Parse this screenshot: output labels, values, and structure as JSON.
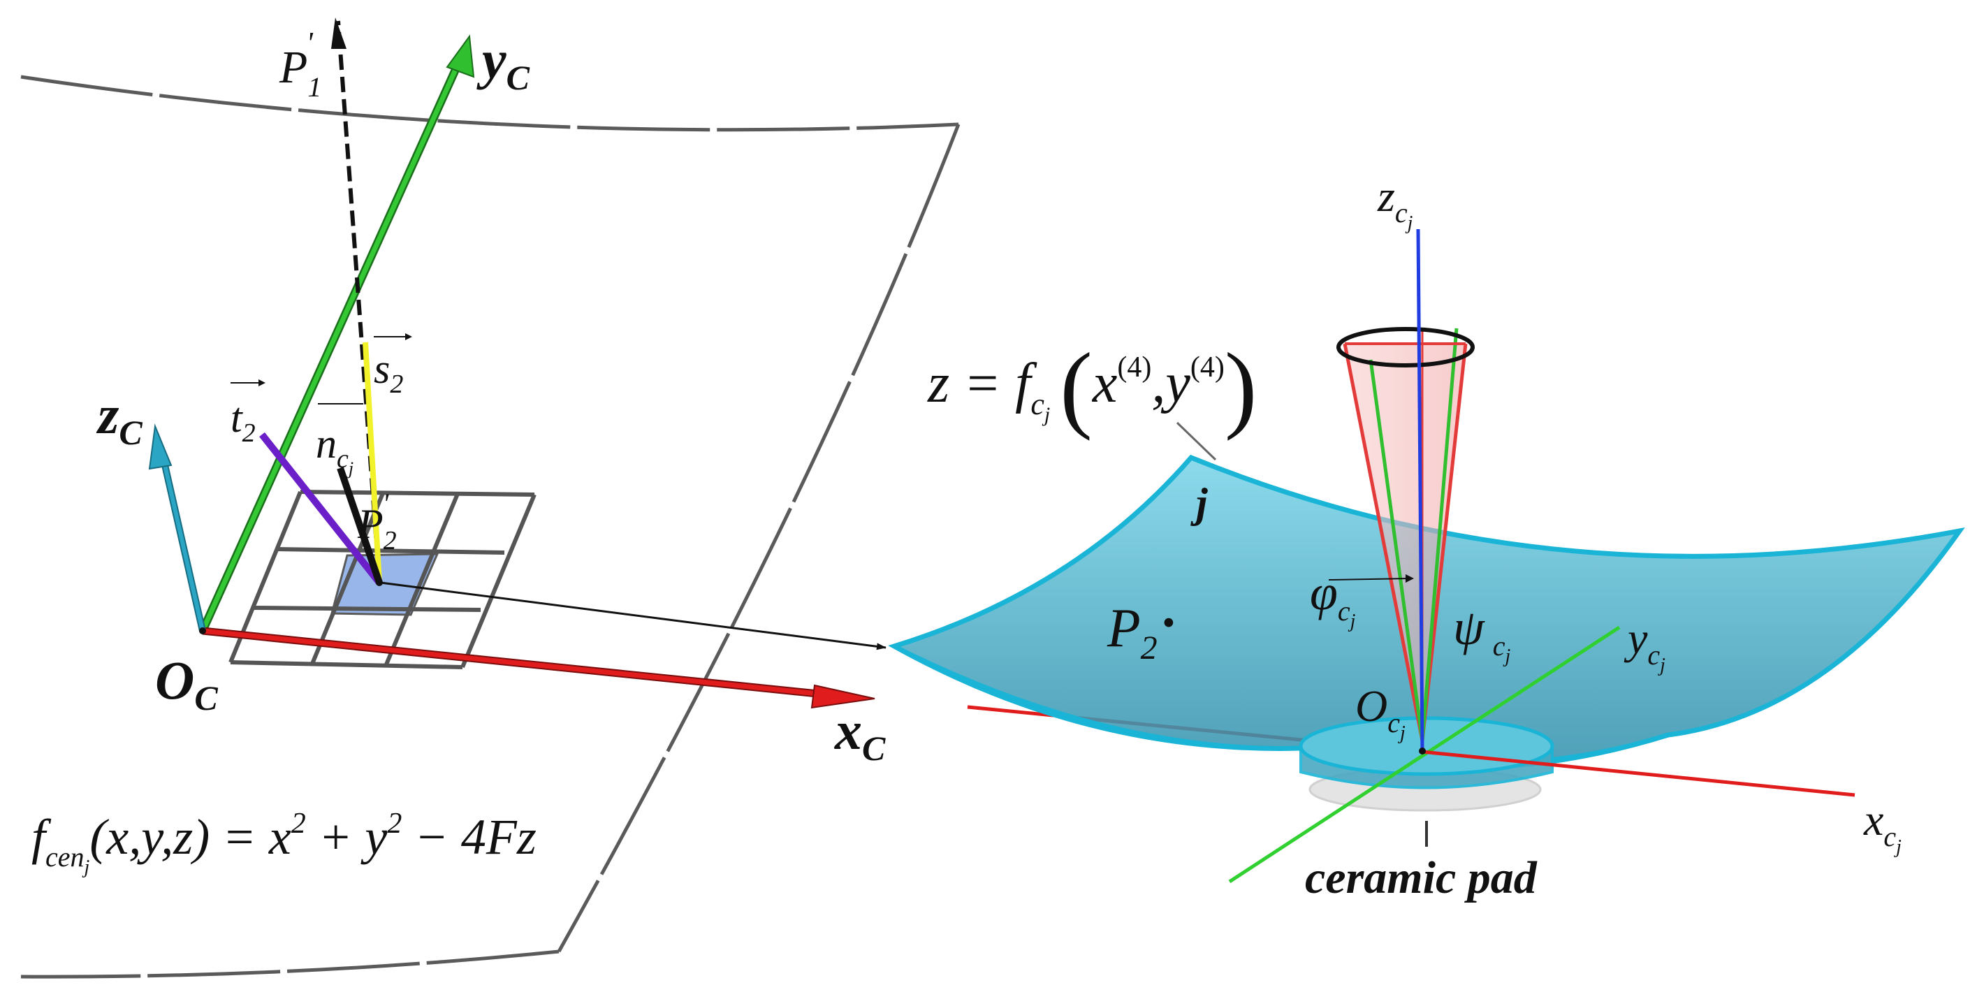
{
  "left_frame": {
    "axes": {
      "x": "x",
      "y": "y",
      "z": "z",
      "sub": "C",
      "origin": "O",
      "origin_sub": "C"
    },
    "vectors": {
      "s": {
        "base": "s",
        "sub": "2"
      },
      "t": {
        "base": "t",
        "sub": "2"
      },
      "n": {
        "base": "n",
        "sub": "c",
        "subsub": "j"
      }
    },
    "points": {
      "p1": {
        "base": "P",
        "sub": "1",
        "prime": "'"
      },
      "p2": {
        "base": "P",
        "sub": "2",
        "prime": "'"
      }
    },
    "equation": {
      "f": "f",
      "sub": "cen",
      "subsub": "j",
      "args": "(x,y,z) = x",
      "sq1": "2",
      "plus_y": " + y",
      "sq2": "2",
      "tail": " − 4Fz"
    }
  },
  "right_frame": {
    "axes": {
      "x": "x",
      "y": "y",
      "z": "z",
      "sub": "c",
      "subsub": "j",
      "origin": "O"
    },
    "surface_eq": {
      "lhs": "z = f",
      "sub": "c",
      "subsub": "j",
      "open": "(",
      "x": "x",
      "xsup": "(4)",
      "comma": ",y",
      "ysup": "(4)",
      "close": ")"
    },
    "surface_label": "j",
    "point": {
      "base": "P",
      "sub": "2",
      "dot": "·"
    },
    "angles": {
      "phi": {
        "base": "φ",
        "sub": "c",
        "subsub": "j"
      },
      "psi": {
        "base": "ψ",
        "sub": "c",
        "subsub": "j"
      }
    },
    "pad_label": "ceramic pad"
  },
  "colors": {
    "x_axis": "#e11c1c",
    "y_axis": "#2fbf2f",
    "z_axis_left": "#2aa6c4",
    "z_axis_right": "#1f3de0",
    "surface_fill": "#5fc6dc",
    "surface_edge": "#19b4d6",
    "s_vector": "#f2f22a",
    "t_vector": "#6a1fc9",
    "n_vector": "#111111",
    "cell_fill": "#98b6ea",
    "cone": "#e33a3a",
    "frame": "#5a5a5a"
  }
}
